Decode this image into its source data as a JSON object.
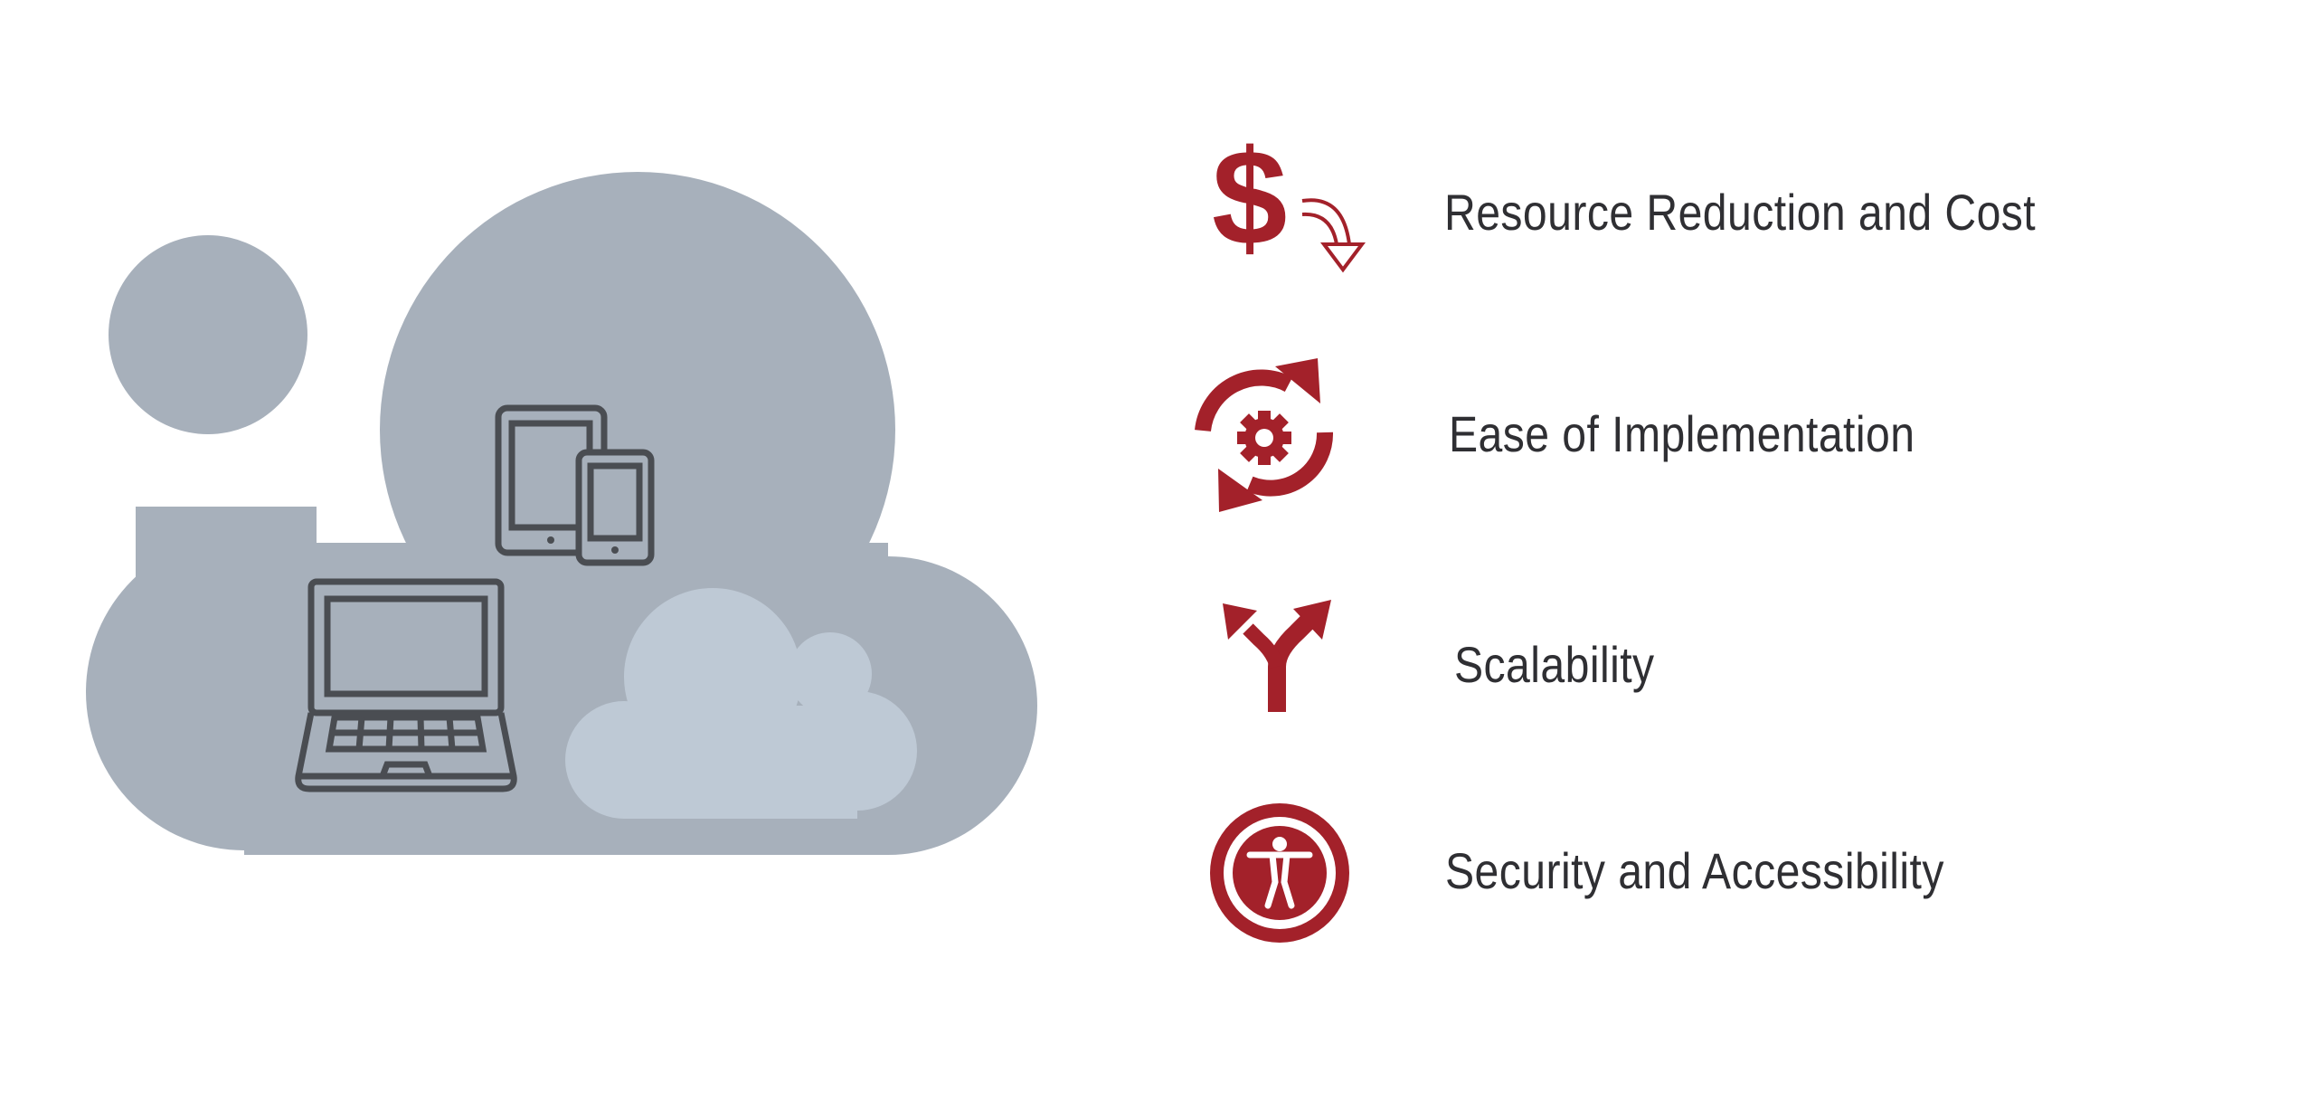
{
  "colors": {
    "accent": "#a3212a",
    "cloud_big": "#a7b0bb",
    "cloud_small": "#bec9d5",
    "device_stroke": "#4a4d52",
    "text": "#2f2f33"
  },
  "features": [
    {
      "label": "Resource Reduction and Cost",
      "icon": "dollar-down-arrow-icon"
    },
    {
      "label": "Ease of Implementation",
      "icon": "gear-refresh-icon"
    },
    {
      "label": "Scalability",
      "icon": "split-arrows-icon"
    },
    {
      "label": "Security and Accessibility",
      "icon": "accessibility-icon"
    }
  ]
}
